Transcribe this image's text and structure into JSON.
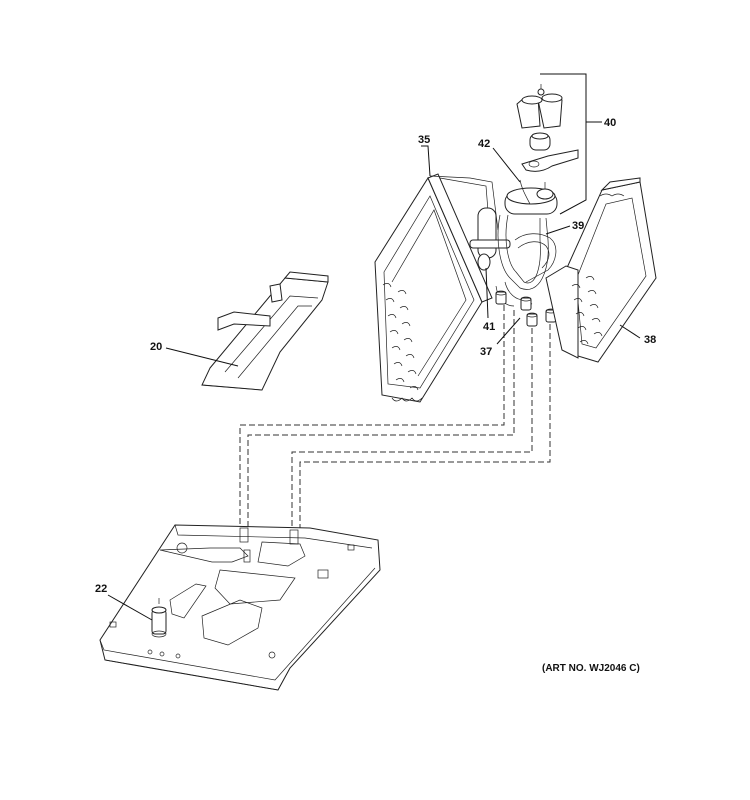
{
  "callouts": {
    "c20": "20",
    "c22": "22",
    "c35": "35",
    "c37": "37",
    "c38": "38",
    "c39": "39",
    "c40": "40",
    "c41": "41",
    "c42": "42"
  },
  "art_number": "(ART NO. WJ2046 C)"
}
